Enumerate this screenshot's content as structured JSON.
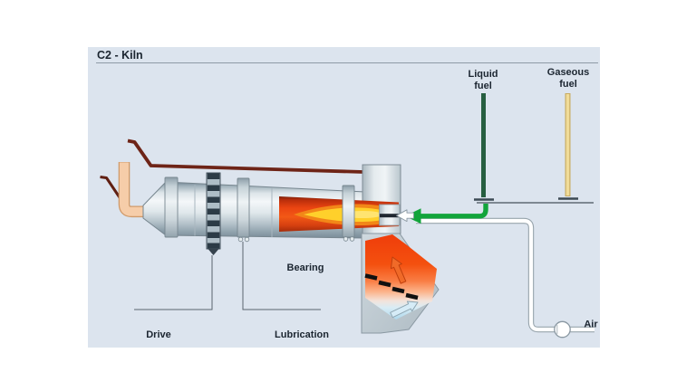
{
  "title": "C2 - Kiln",
  "labels": {
    "liquid_fuel": [
      "Liquid",
      "fuel"
    ],
    "gaseous_fuel": [
      "Gaseous",
      "fuel"
    ],
    "bearing": "Bearing",
    "drive": "Drive",
    "lubrication": "Lubrication",
    "air": "Air"
  },
  "colors": {
    "panel_background": "#dce4ee",
    "text": "#1b2530",
    "exhaust_duct_maroon": "#6e2417",
    "feed_pipe_salmon": "#f6cda9",
    "liquid_fuel_green": "#265e40",
    "gaseous_fuel_yellow": "#f1dc99",
    "burner_supply_green": "#12a43b",
    "hot_zone_red": "#ea4411",
    "flame_yellow": "#ffd02b",
    "cooling_air_blue": "#aed9ed",
    "metal_light": "#f2f6f8",
    "metal_dark": "#77868f",
    "callout_line": "#5a646e"
  },
  "icons": {
    "fan": "air-fan-icon",
    "green_arrow": "fuel-flow-arrow-icon",
    "white_arrow": "air-flow-arrow-icon",
    "hot_gas_arrow": "hot-gas-arrow-icon",
    "cooling_arrow": "cooling-air-arrow-icon"
  }
}
